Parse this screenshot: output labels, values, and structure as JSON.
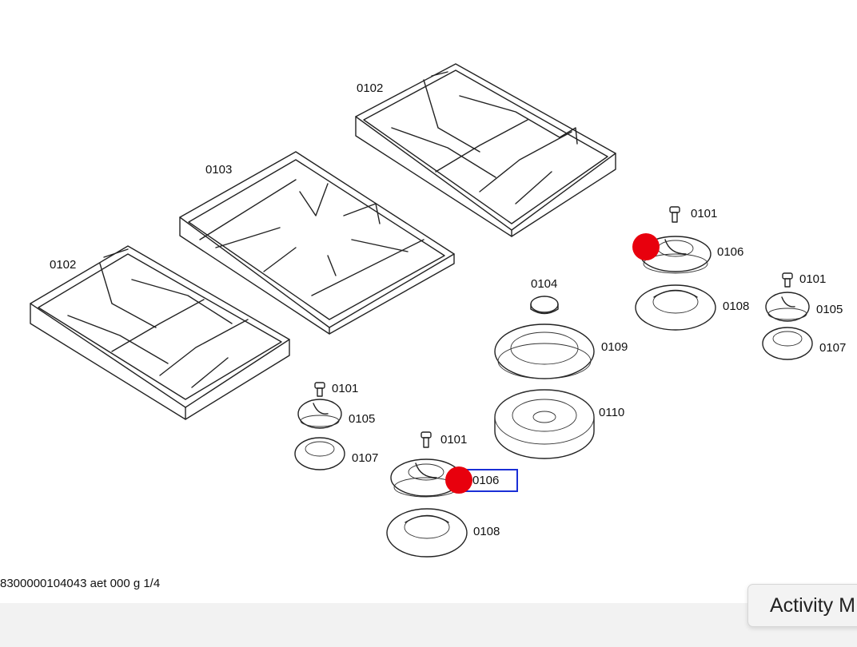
{
  "labels": {
    "grate_top": "0102",
    "grate_middle": "0103",
    "grate_left": "0102",
    "cap_small_a": "0101",
    "burner_right_upper": "0106",
    "cap_small_b": "0101",
    "cap_big": "0104",
    "base_right_upper": "0108",
    "cap_right": "0105",
    "ring_big": "0109",
    "base_right": "0107",
    "cap_small_c": "0101",
    "cap_left": "0105",
    "base_big": "0110",
    "cap_small_d": "0101",
    "base_left": "0107",
    "burner_bottom": "0106",
    "base_bottom": "0108"
  },
  "footer": {
    "code": "8300000104043 aet 000 g 1/4"
  },
  "activity": {
    "label": "Activity M"
  },
  "colors": {
    "marker": "#e8000d",
    "highlight_box": "#1a2ed6",
    "line": "#222222"
  }
}
